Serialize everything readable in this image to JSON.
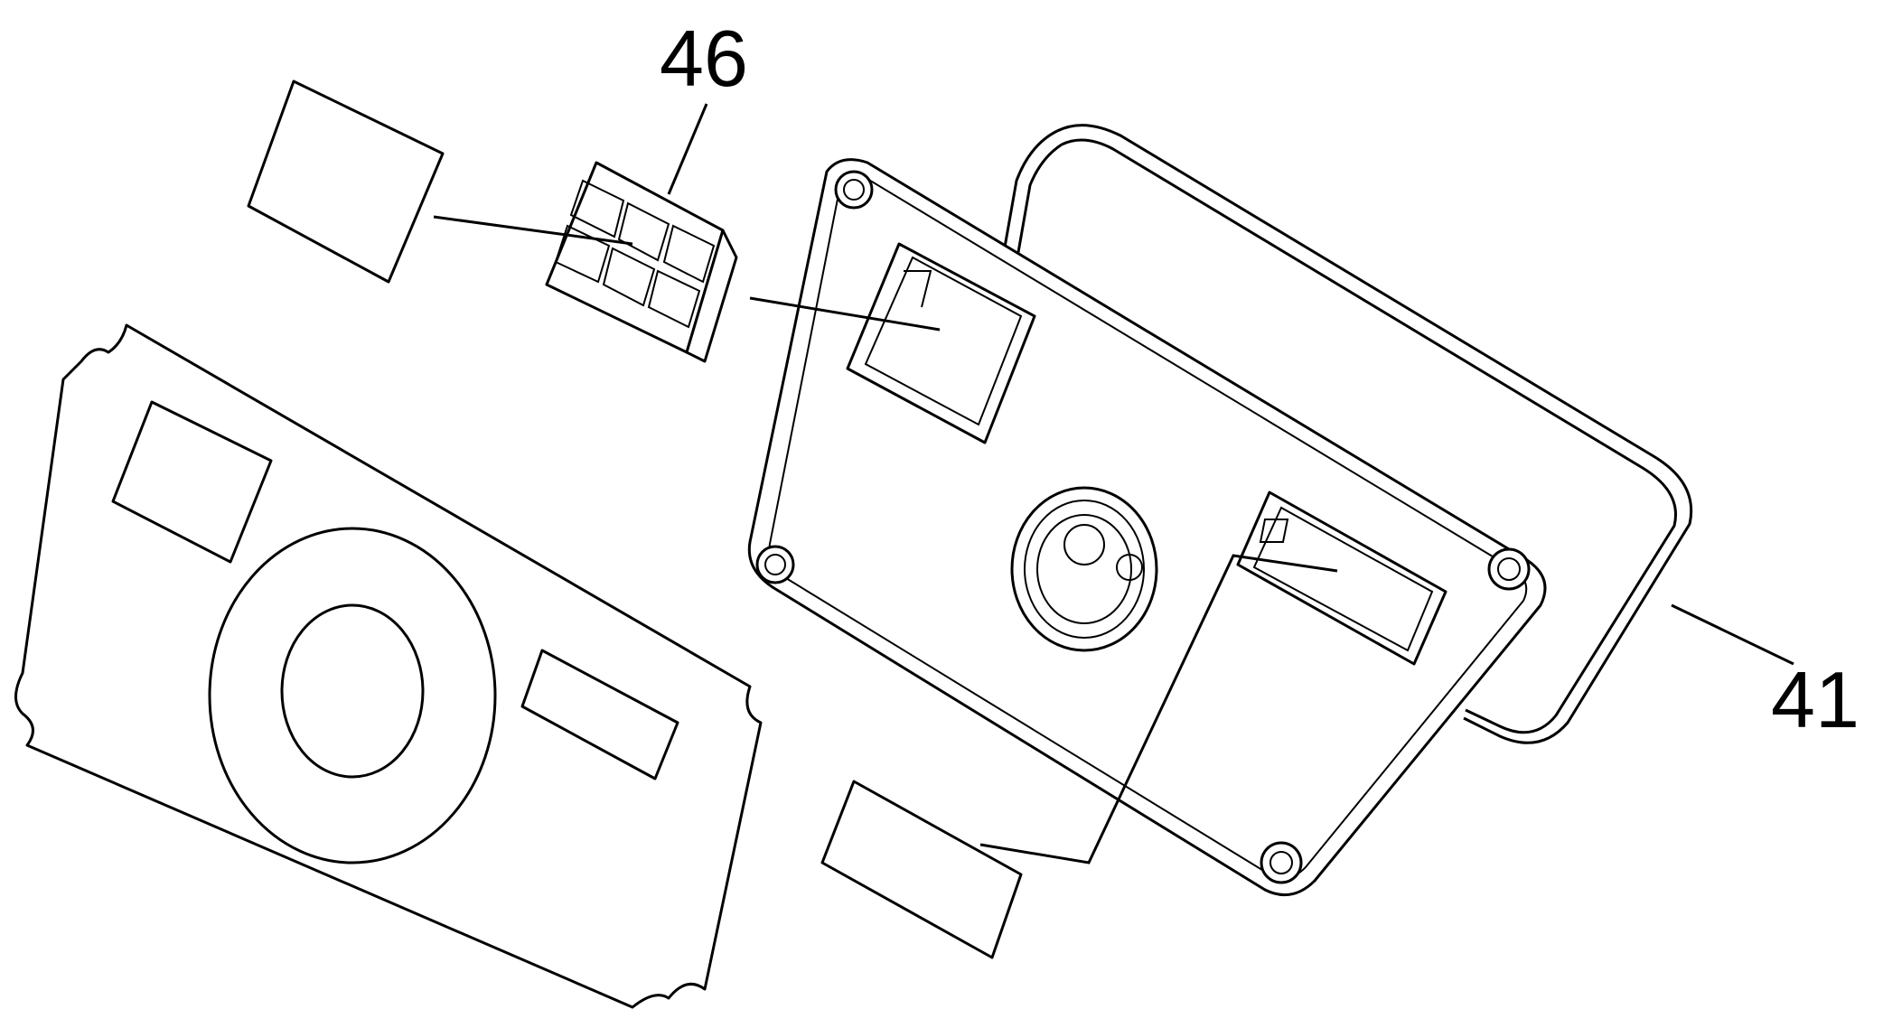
{
  "figure": {
    "labels": [
      {
        "id": "46",
        "text": "46"
      },
      {
        "id": "41",
        "text": "41"
      }
    ],
    "colors": {
      "ink": "#000000",
      "paper": "#ffffff"
    }
  }
}
